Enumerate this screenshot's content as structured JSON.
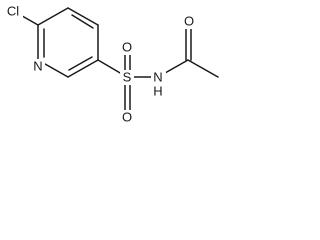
{
  "molecule": {
    "atoms": {
      "chlorine": "Cl",
      "ring_nitrogen": "N",
      "sulfur": "S",
      "sulfonyl_oxygen_top": "O",
      "sulfonyl_oxygen_bottom": "O",
      "amide_nitrogen_label": "N",
      "amide_hydrogen_label": "H",
      "carbonyl_oxygen": "O"
    }
  }
}
